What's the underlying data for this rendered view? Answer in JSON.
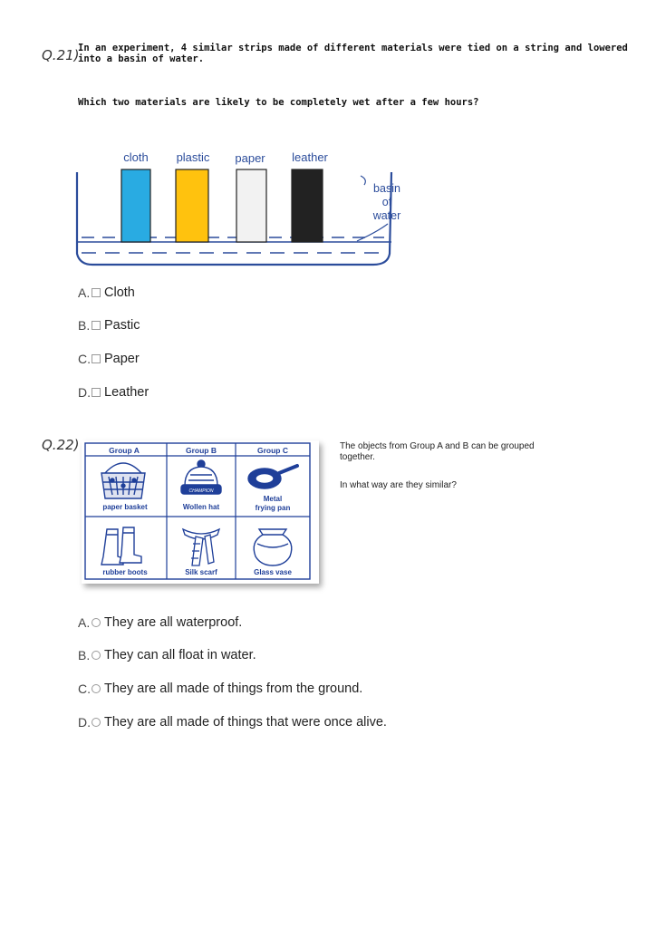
{
  "q21": {
    "number": "Q.21)",
    "stem_line1": "In an experiment, 4 similar strips made of different materials were tied on a string and lowered",
    "stem_line2": "into a basin of water.",
    "question": "Which two materials are likely to be completely wet after a few hours?",
    "figure": {
      "strip_labels": [
        "cloth",
        "plastic",
        "paper",
        "leather"
      ],
      "strip_colors": [
        "#29ABE2",
        "#FFC20E",
        "#F2F2F2",
        "#222222"
      ],
      "basin_label": [
        "basin",
        "of",
        "water"
      ],
      "line_color": "#2B4C9B"
    },
    "options": [
      {
        "letter": "A.",
        "text": "Cloth"
      },
      {
        "letter": "B.",
        "text": "Pastic"
      },
      {
        "letter": "C.",
        "text": "Paper"
      },
      {
        "letter": "D.",
        "text": "Leather"
      }
    ]
  },
  "q22": {
    "number": "Q.22)",
    "stem_line1": "The objects from Group A and B can be grouped",
    "stem_line2": "together.",
    "question": "In what way are they similar?",
    "table": {
      "headers": [
        "Group A",
        "Group B",
        "Group C"
      ],
      "row1": [
        "paper basket",
        "Wollen hat",
        "Metal",
        "frying pan"
      ],
      "row2": [
        "rubber boots",
        "Silk scarf",
        "Glass vase"
      ],
      "hat_text": "CHAMPION",
      "color": "#1F3F99"
    },
    "options": [
      {
        "letter": "A.",
        "text": "They are all waterproof."
      },
      {
        "letter": "B.",
        "text": "They can all float in water."
      },
      {
        "letter": "C.",
        "text": "They are all made of things from the ground."
      },
      {
        "letter": "D.",
        "text": "They are all made of things that were once alive."
      }
    ]
  }
}
